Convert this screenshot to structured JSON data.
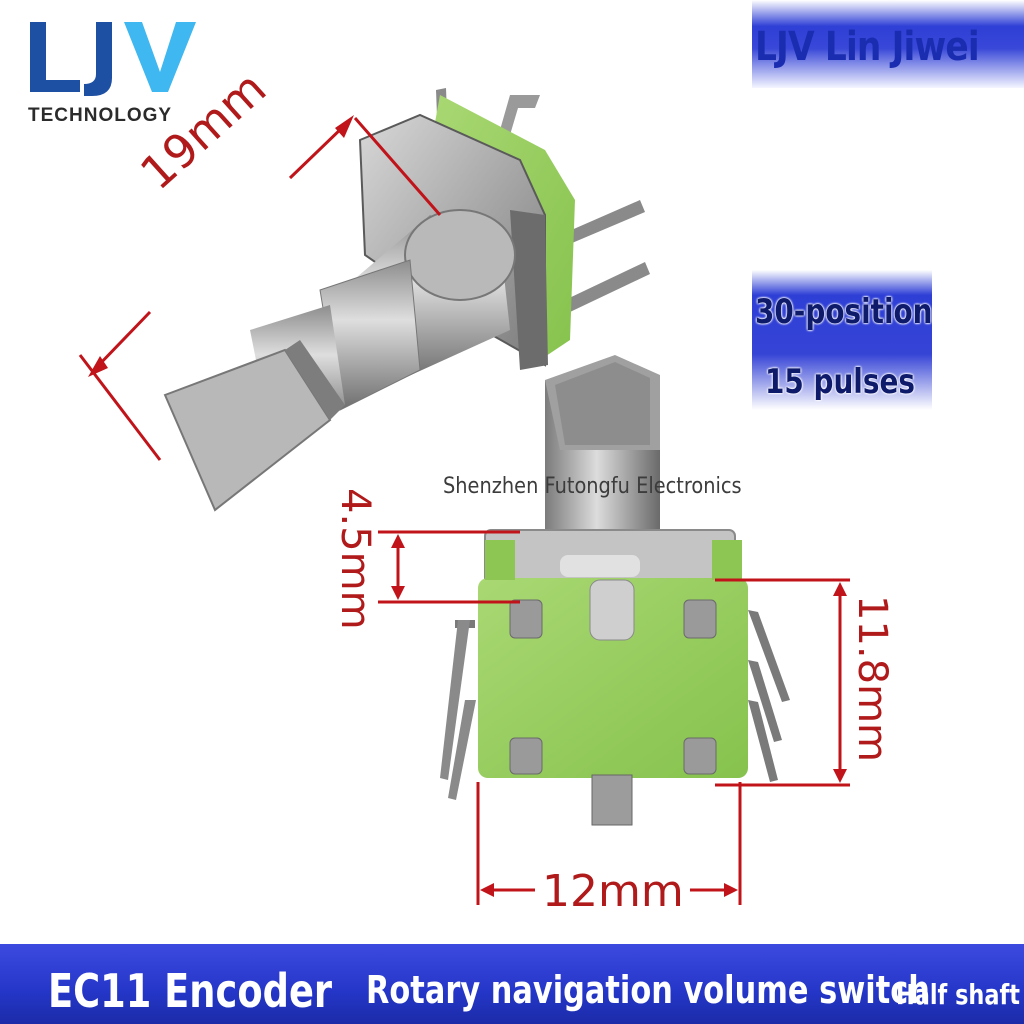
{
  "logo": {
    "mark": "LJV",
    "subtitle": "TECHNOLOGY",
    "mark_color": "#1d4fa3",
    "accent_color": "#3fb7f0"
  },
  "brand_banner": {
    "text": "LJV Lin Jiwei"
  },
  "specs": {
    "positions": "30-position",
    "pulses": "15 pulses"
  },
  "watermark": "Shenzhen Futongfu Electronics",
  "dimensions": {
    "shaft_length": "19mm",
    "shaft_flat": "4.5mm",
    "height": "11.8mm",
    "width": "12mm",
    "line_color": "#c0141a"
  },
  "bottom_bar": {
    "title": "EC11 Encoder",
    "subtitle": "Rotary navigation volume switch",
    "variant": "Half shaft"
  }
}
